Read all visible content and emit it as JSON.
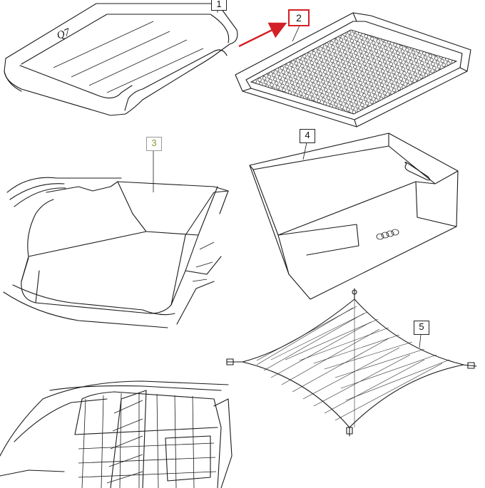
{
  "diagram": {
    "callouts": [
      {
        "label": "1"
      },
      {
        "label": "2",
        "highlighted": true
      },
      {
        "label": "3"
      },
      {
        "label": "4"
      },
      {
        "label": "5"
      }
    ],
    "mat_text": "Q7",
    "arrow_color": "#d32027",
    "colors": {
      "ink": "#1a1a1a",
      "highlight": "#d32027",
      "callout3": "#8a9a3a"
    },
    "parts": [
      {
        "callout": "1",
        "icon": "trunk-mat-icon"
      },
      {
        "callout": "2",
        "icon": "mesh-tray-icon"
      },
      {
        "callout": "3",
        "icon": "cargo-liner-icon"
      },
      {
        "callout": "4",
        "icon": "storage-box-icon"
      },
      {
        "callout": "5",
        "icon": "cargo-net-icon"
      },
      {
        "callout": "",
        "icon": "dog-guard-icon"
      }
    ]
  }
}
